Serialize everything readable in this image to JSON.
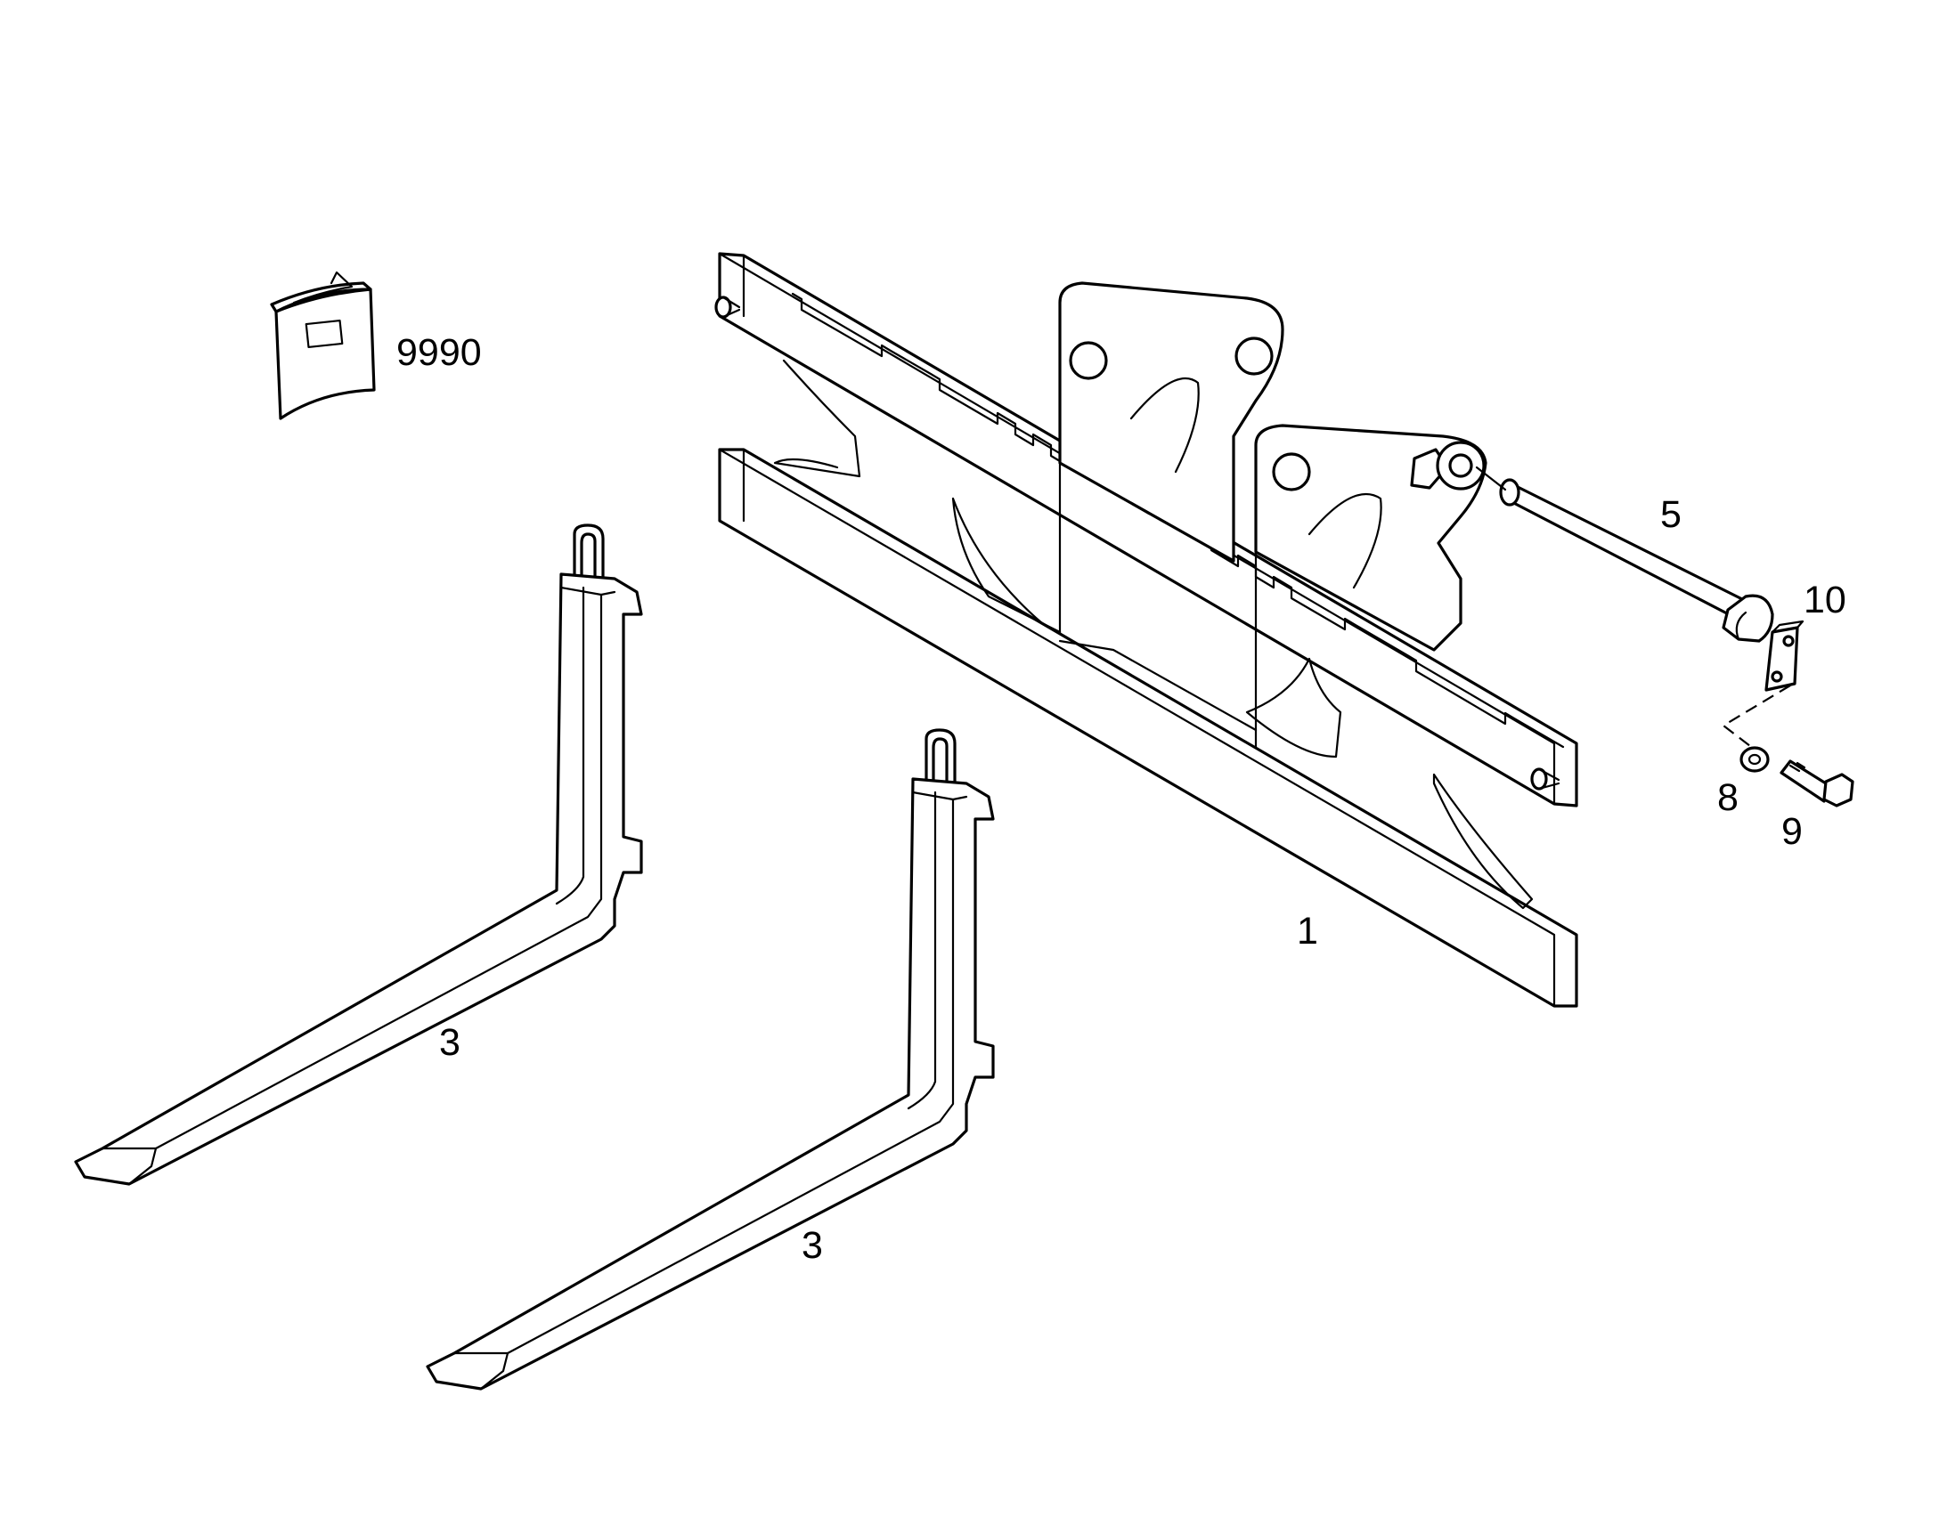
{
  "callouts": {
    "manual": "9990",
    "carriage": "1",
    "fork_left": "3",
    "fork_right": "3",
    "pin": "5",
    "plate": "10",
    "washer": "8",
    "bolt": "9"
  }
}
